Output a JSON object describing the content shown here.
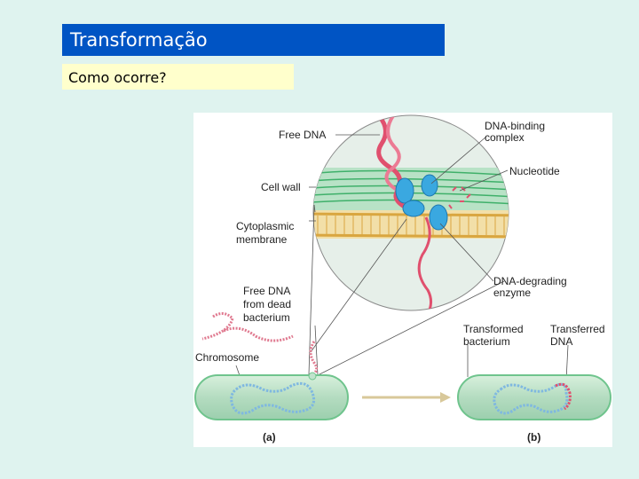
{
  "slide": {
    "title": "Transformação",
    "subtitle": "Como ocorre?"
  },
  "figure": {
    "labels": {
      "free_dna": "Free DNA",
      "dna_binding_complex_line1": "DNA-binding",
      "dna_binding_complex_line2": "complex",
      "nucleotide": "Nucleotide",
      "cell_wall": "Cell wall",
      "cytoplasmic_membrane_line1": "Cytoplasmic",
      "cytoplasmic_membrane_line2": "membrane",
      "free_dna_dead_line1": "Free DNA",
      "free_dna_dead_line2": "from dead",
      "free_dna_dead_line3": "bacterium",
      "dna_degrading_enzyme_line1": "DNA-degrading",
      "dna_degrading_enzyme_line2": "enzyme",
      "transformed_bacterium_line1": "Transformed",
      "transformed_bacterium_line2": "bacterium",
      "transferred_dna_line1": "Transferred",
      "transferred_dna_line2": "DNA",
      "chromosome": "Chromosome",
      "panel_a": "(a)",
      "panel_b": "(b)"
    },
    "colors": {
      "cell_fill": "#bfe3cc",
      "cell_wall": "#6fc48d",
      "membrane": "#e0b45a",
      "chromosome": "#7fb8e0",
      "free_dna": "#e0506e",
      "binding_complex": "#3aa8e0",
      "arrow": "#d8c89a"
    }
  }
}
